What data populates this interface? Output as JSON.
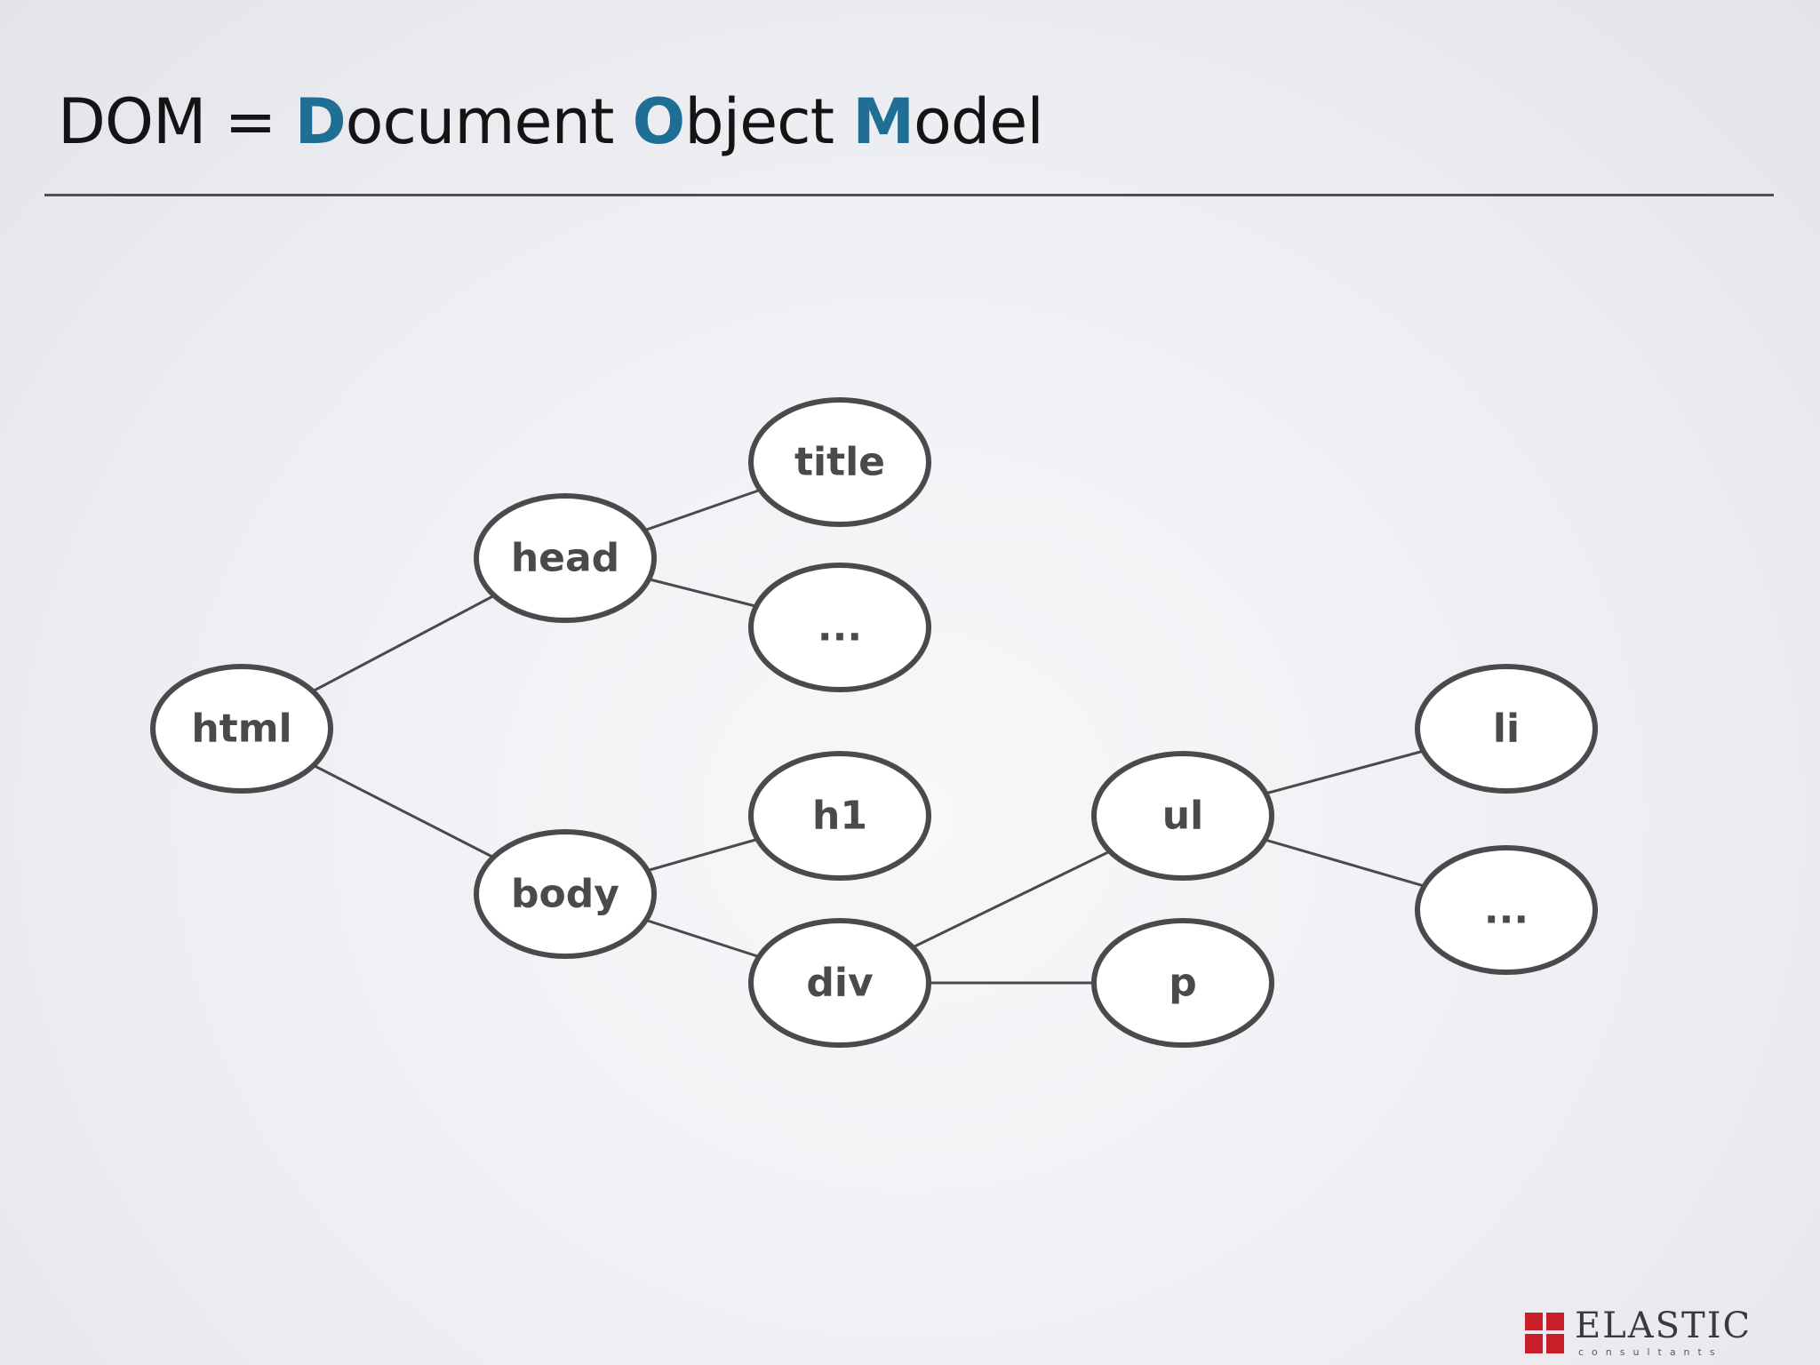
{
  "title": {
    "prefix": "DOM = ",
    "words": [
      {
        "initial": "D",
        "rest": "ocument "
      },
      {
        "initial": "O",
        "rest": "bject "
      },
      {
        "initial": "M",
        "rest": "odel"
      }
    ]
  },
  "accent_color": "#1f6f95",
  "diagram": {
    "nodes": [
      {
        "id": "html",
        "label": "html"
      },
      {
        "id": "head",
        "label": "head"
      },
      {
        "id": "body",
        "label": "body"
      },
      {
        "id": "title",
        "label": "title"
      },
      {
        "id": "head-more",
        "label": "..."
      },
      {
        "id": "h1",
        "label": "h1"
      },
      {
        "id": "div",
        "label": "div"
      },
      {
        "id": "ul",
        "label": "ul"
      },
      {
        "id": "p",
        "label": "p"
      },
      {
        "id": "li",
        "label": "li"
      },
      {
        "id": "ul-more",
        "label": "..."
      }
    ],
    "edges": [
      [
        "html",
        "head"
      ],
      [
        "html",
        "body"
      ],
      [
        "head",
        "title"
      ],
      [
        "head",
        "head-more"
      ],
      [
        "body",
        "h1"
      ],
      [
        "body",
        "div"
      ],
      [
        "div",
        "ul"
      ],
      [
        "div",
        "p"
      ],
      [
        "ul",
        "li"
      ],
      [
        "ul",
        "ul-more"
      ]
    ]
  },
  "logo": {
    "name": "ELASTIC",
    "tagline": "consultants",
    "brand_color": "#c8202a"
  }
}
